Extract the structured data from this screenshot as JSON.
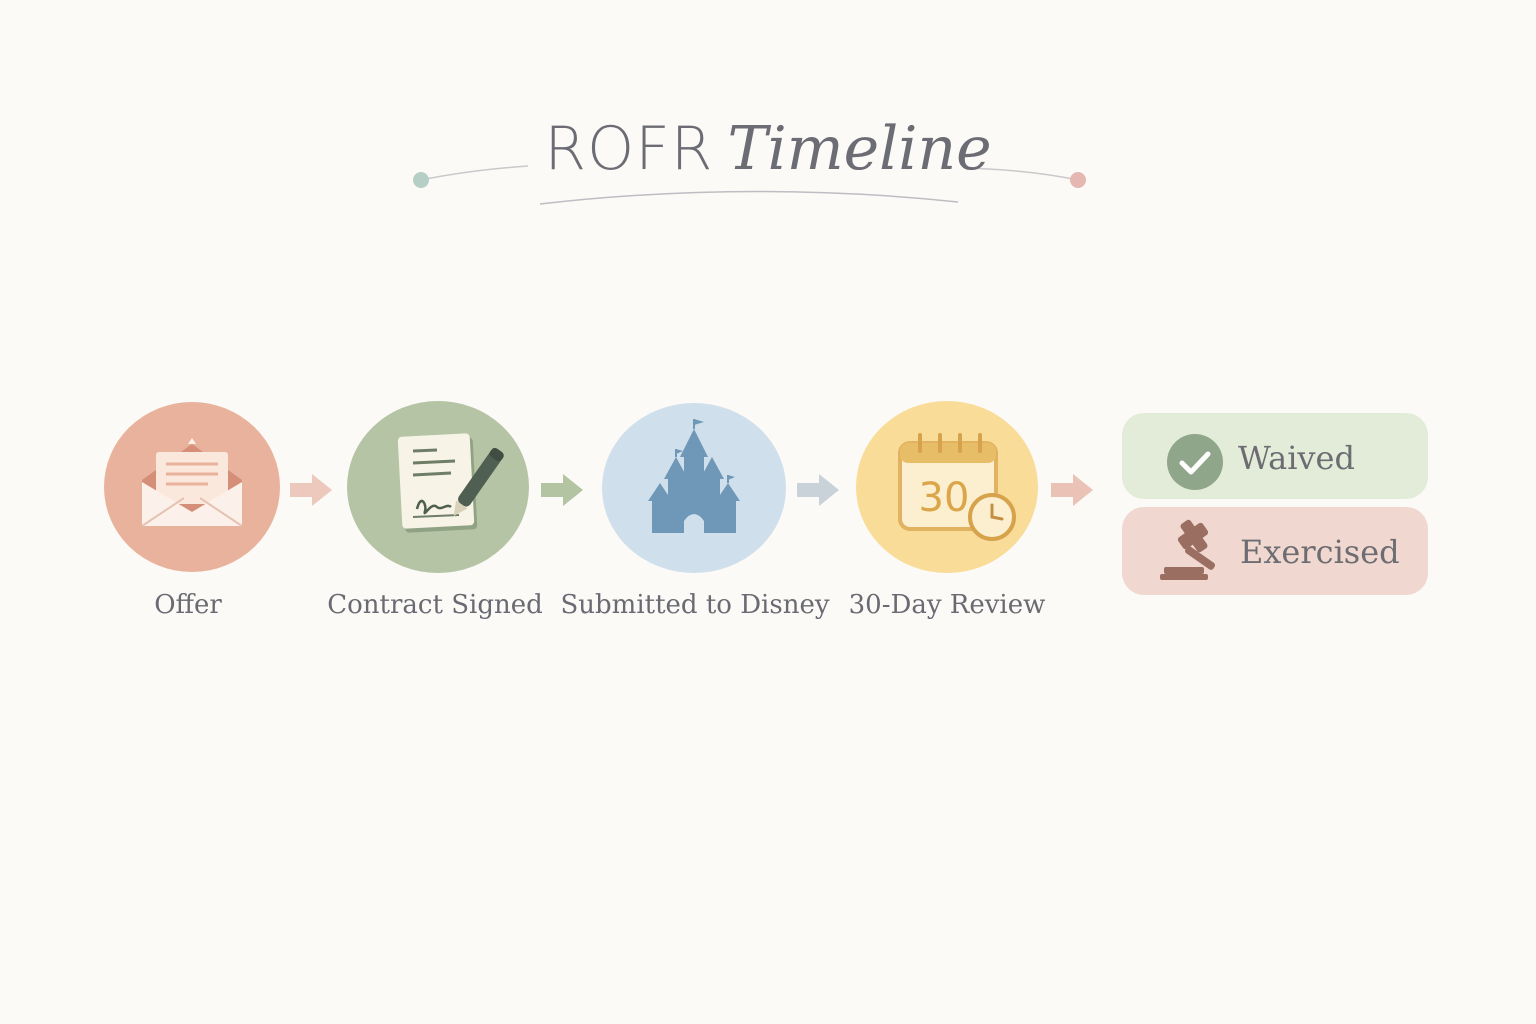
{
  "title": {
    "main": "ROFR",
    "accent": "Timeline"
  },
  "steps": [
    {
      "label": "Offer",
      "icon": "envelope-icon",
      "color": "#e9b29c"
    },
    {
      "label": "Contract Signed",
      "icon": "signed-document-icon",
      "color": "#b4c4a4"
    },
    {
      "label": "Submitted to Disney",
      "icon": "castle-icon",
      "color": "#cfe0ec"
    },
    {
      "label": "30-Day Review",
      "icon": "calendar-clock-icon",
      "color": "#f8dc98",
      "calendar_day": "30"
    }
  ],
  "outcomes": [
    {
      "label": "Waived",
      "icon": "checkmark-icon",
      "color": "#e3ecd8"
    },
    {
      "label": "Exercised",
      "icon": "gavel-icon",
      "color": "#f0d8d0"
    }
  ]
}
